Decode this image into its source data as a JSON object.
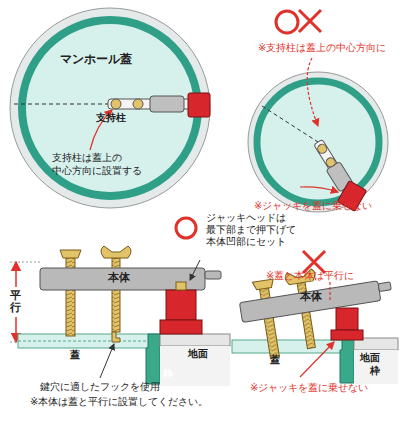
{
  "diagram": {
    "labels": [
      "マンホール蓋",
      "支持柱",
      "支持柱は蓋上の 中心方向に設置する",
      "※支持柱は蓋上の中心方向に",
      "※ジャッキを蓋に乗せない",
      "ジャッキヘッドは 最下部まで押下げて 本体凹部にセット",
      "平行",
      "本体",
      "蓋",
      "枠",
      "地面",
      "鍵穴に適したフックを使用",
      "※本体は蓋と平行に設置してください。",
      "※蓋と本体は平行に",
      "本体",
      "蓋",
      "地面",
      "枠",
      "※ジャッキを蓋に乗せない"
    ]
  }
}
